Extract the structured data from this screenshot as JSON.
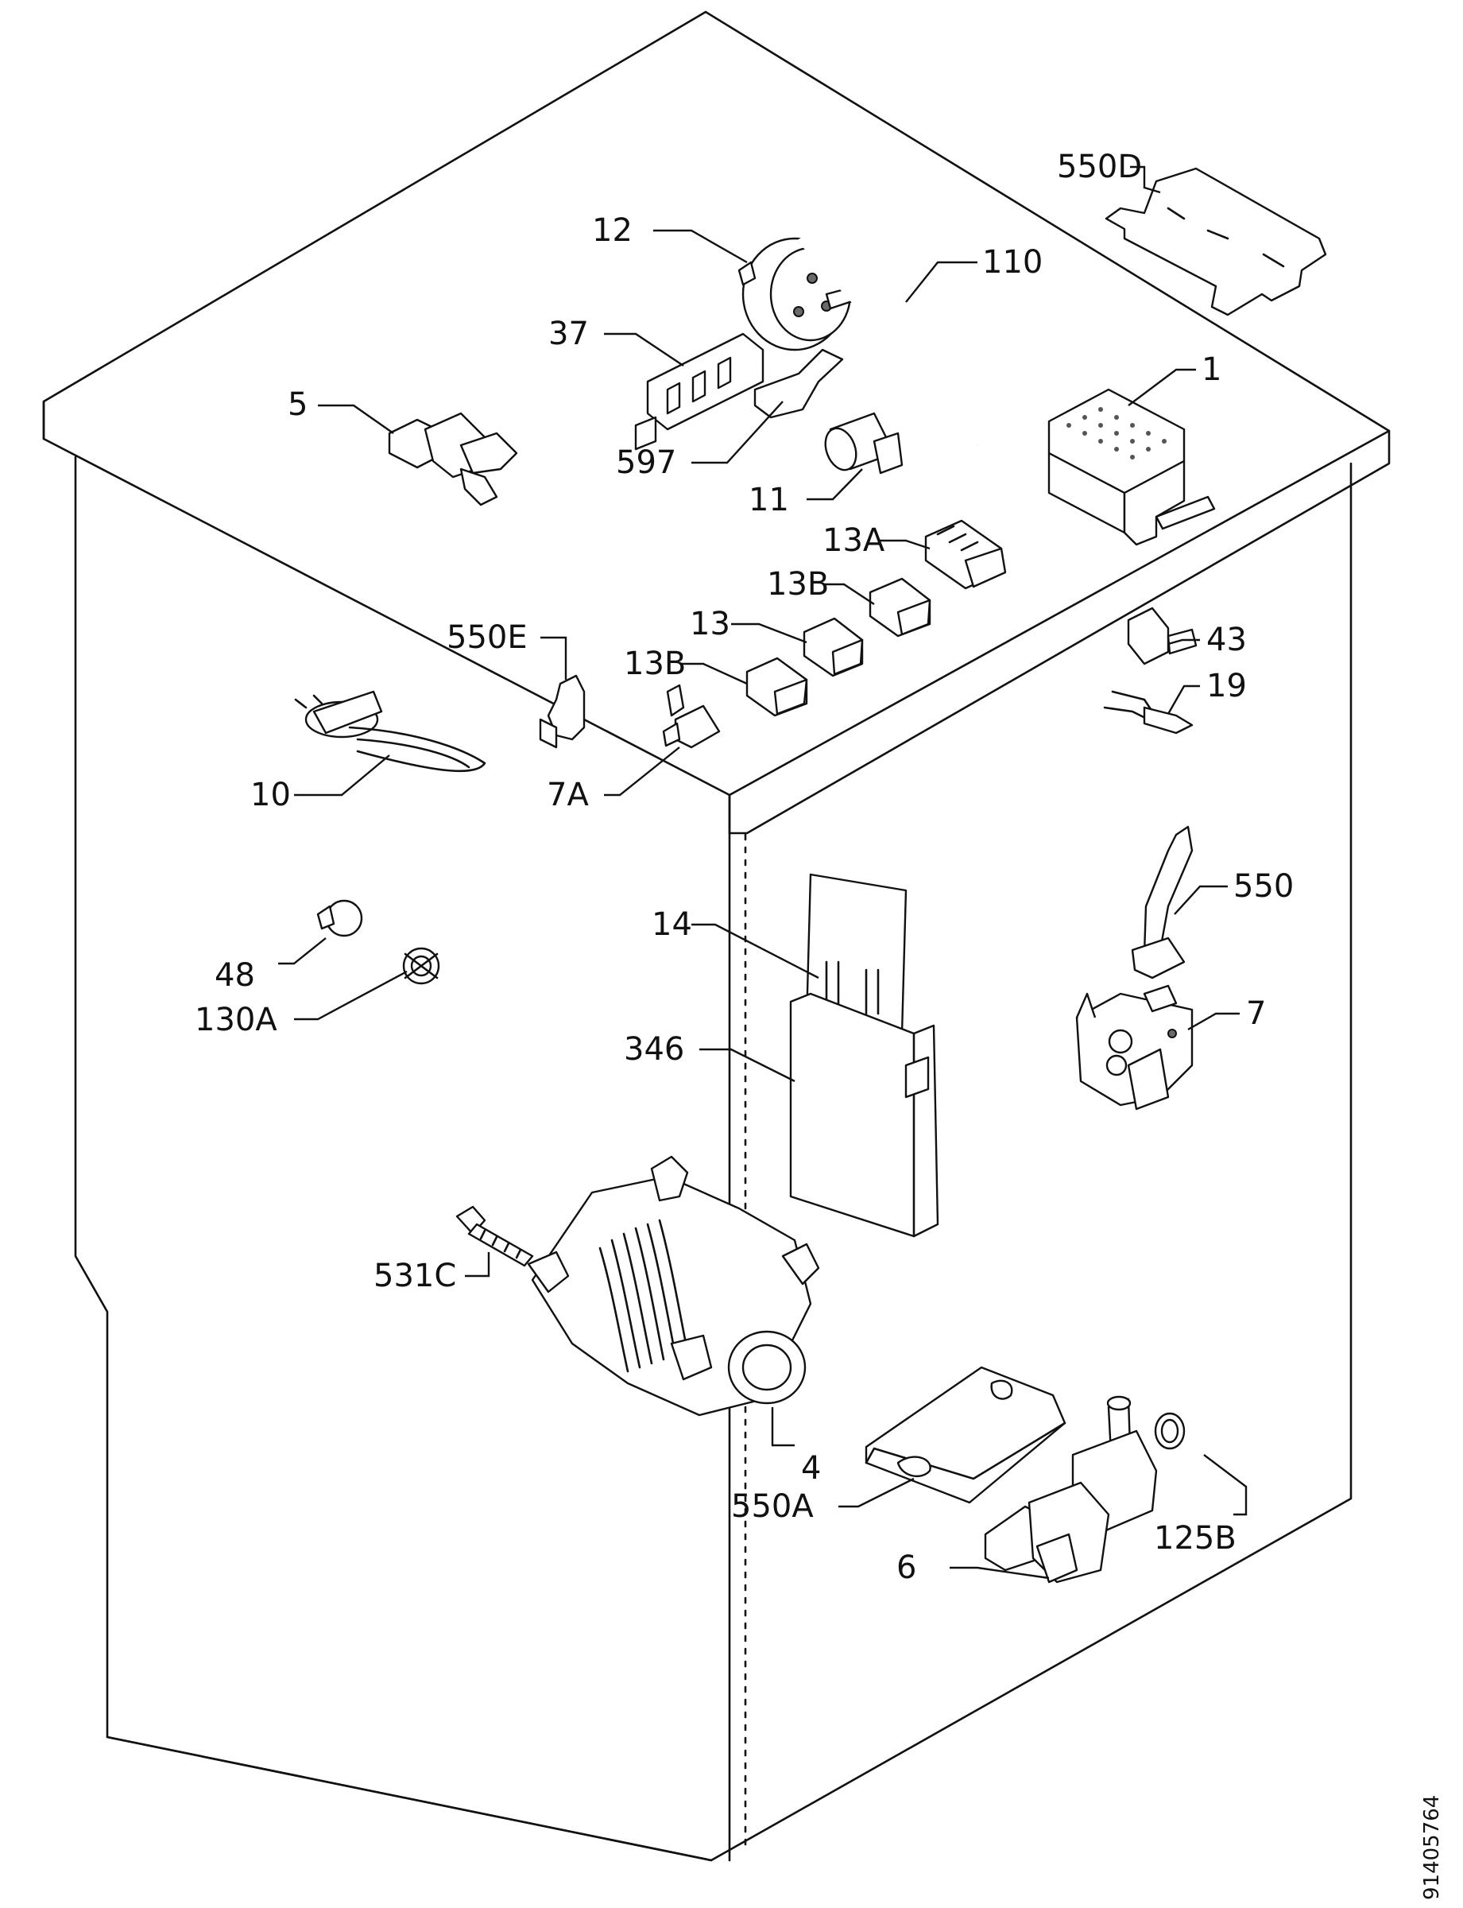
{
  "document_id": "91405764",
  "callouts": {
    "c550D": "550D",
    "c12": "12",
    "c110": "110",
    "c37": "37",
    "c1": "1",
    "c5": "5",
    "c597": "597",
    "c11": "11",
    "c13A": "13A",
    "c13B_upper": "13B",
    "c13": "13",
    "c13B_lower": "13B",
    "c550E": "550E",
    "c43": "43",
    "c19": "19",
    "c10": "10",
    "c7A": "7A",
    "c550": "550",
    "c14": "14",
    "c48": "48",
    "c130A": "130A",
    "c7": "7",
    "c346": "346",
    "c531C": "531C",
    "c4": "4",
    "c550A": "550A",
    "c125B": "125B",
    "c6": "6"
  }
}
